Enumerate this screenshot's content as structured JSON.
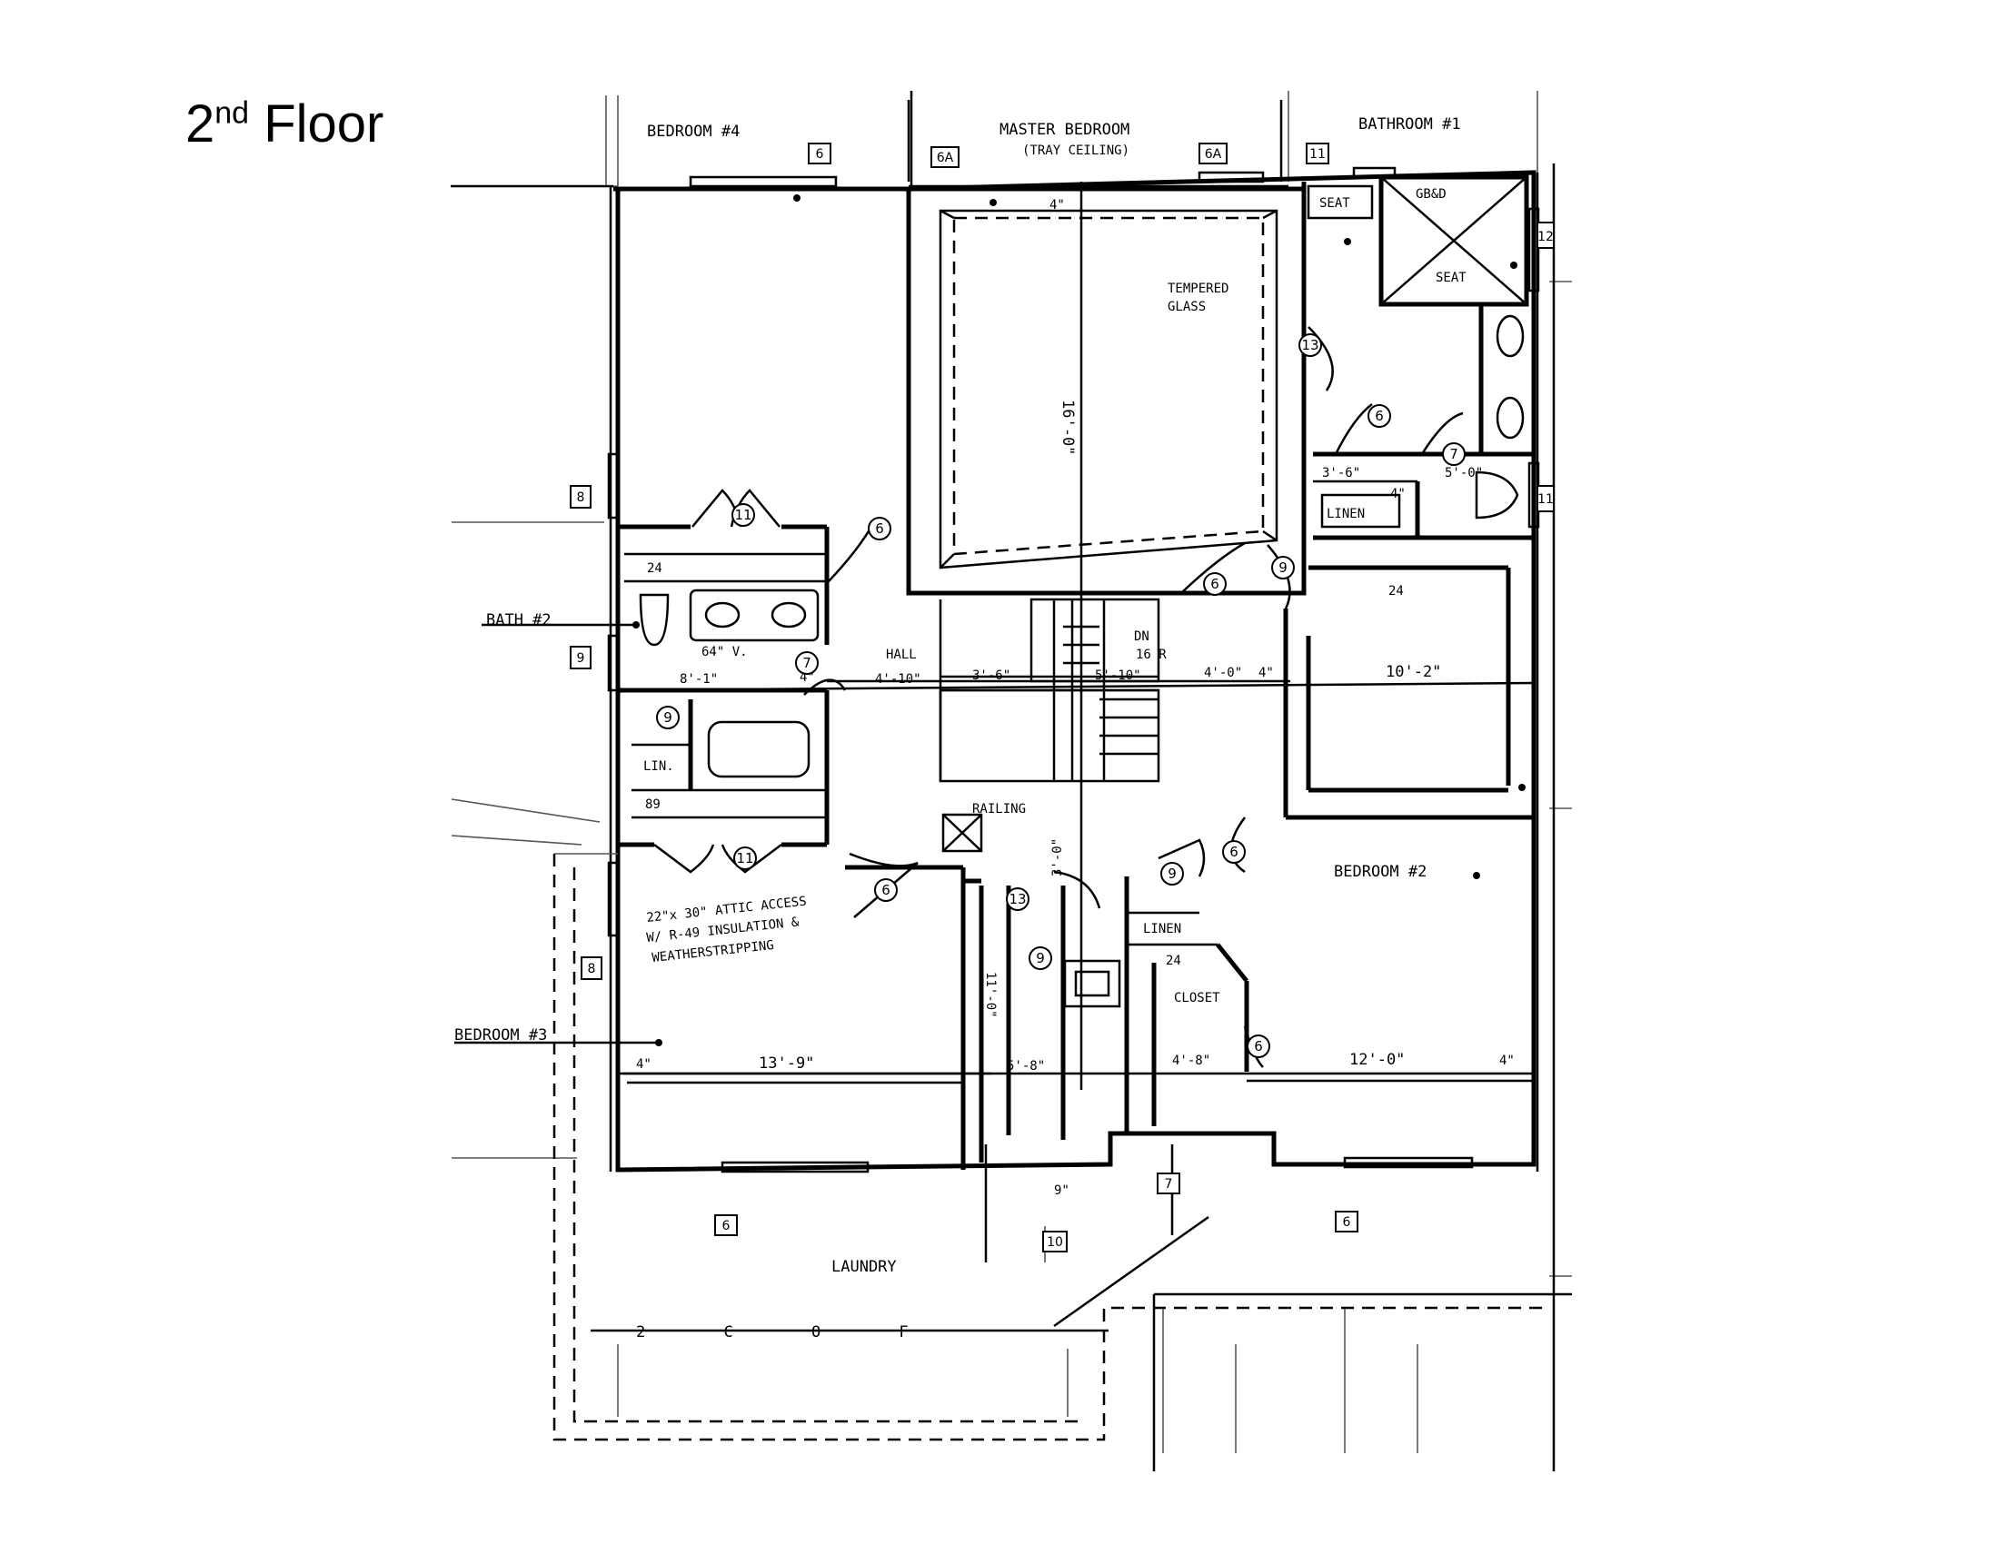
{
  "page": {
    "title_base": "2",
    "title_sup": "nd",
    "title_rest": " Floor"
  },
  "rooms": {
    "bedroom4": "BEDROOM #4",
    "master": "MASTER BEDROOM",
    "master_sub": "(TRAY CEILING)",
    "bath1": "BATHROOM #1",
    "bath2": "BATH #2",
    "bedroom3": "BEDROOM #3",
    "bedroom2": "BEDROOM #2",
    "laundry": "LAUNDRY",
    "hall": "HALL",
    "railing": "RAILING",
    "linen1": "LINEN",
    "linen2": "LINEN",
    "lin": "LIN.",
    "closet": "CLOSET",
    "seat1": "SEAT",
    "seat2": "SEAT",
    "glass_block": "GB&D",
    "tempered": "TEMPERED",
    "glass": "GLASS",
    "attic1": "22\"x 30\" ATTIC ACCESS",
    "attic2": "W/ R-49 INSULATION &",
    "attic3": "WEATHERSTRIPPING",
    "dn": "DN",
    "dn_sub": "16 R",
    "vanity": "64\" V.",
    "garage": "2   C   O   F"
  },
  "dims": {
    "d16_0": "16'-0\"",
    "d8_1": "8'-1\"",
    "d4_10": "4'-10\"",
    "d3_6": "3'-6\"",
    "d5_10": "5'-10\"",
    "d4_0": "4'-0\"",
    "d10_2": "10'-2\"",
    "d13_9": "13'-9\"",
    "d12_0": "12'-0\"",
    "d4_8": "4'-8\"",
    "d5_8": "5'-8\"",
    "d3_6b": "3'-6\"",
    "d5_0": "5'-0\"",
    "d11_0": "11'-0\"",
    "d4a": "4\"",
    "d4b": "4\"",
    "d4c": "4\"",
    "d4d": "4\"",
    "d4e": "4\"",
    "d4f": "4\"",
    "d24a": "24",
    "d24b": "24",
    "d24c": "24",
    "d89": "89",
    "d3_0": "3'-0\"",
    "d9": "9\""
  },
  "window_tags": [
    "6",
    "6A",
    "6A",
    "11",
    "12",
    "8",
    "9",
    "8",
    "6",
    "10",
    "7",
    "6",
    "11"
  ],
  "door_tags": [
    "11",
    "6",
    "7",
    "9",
    "6",
    "9",
    "13",
    "6",
    "6",
    "7",
    "9",
    "11",
    "6",
    "13",
    "9",
    "6"
  ]
}
